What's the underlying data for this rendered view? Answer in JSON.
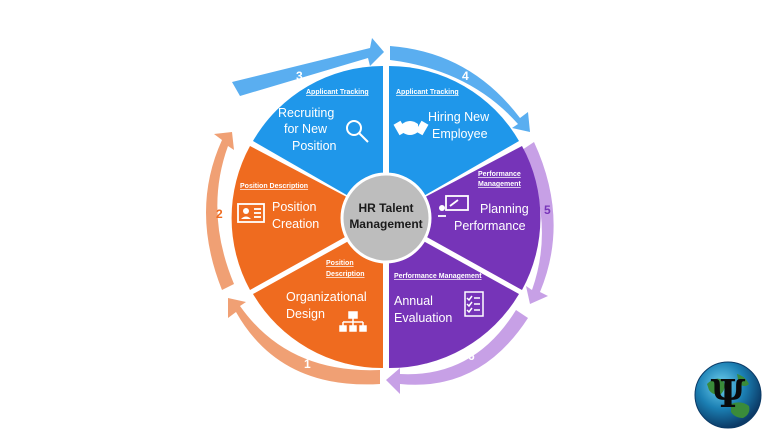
{
  "center": {
    "line1": "HR Talent",
    "line2": "Management"
  },
  "colors": {
    "blue": "#1f97ea",
    "blue_arrow": "#5aaef0",
    "orange": "#ef6b1f",
    "orange_arrow": "#f0a074",
    "purple": "#7634b8",
    "purple_arrow": "#c7a0e6",
    "center_fill": "#bdbdbd"
  },
  "segments": [
    {
      "number": "1",
      "tag": "",
      "title1": "Organizational",
      "title2": "Design",
      "title3": "",
      "icon": "org-chart-icon"
    },
    {
      "number": "2",
      "tag": "Position Description",
      "title1": "Position",
      "title2": "Creation",
      "title3": "",
      "icon": "id-card-icon"
    },
    {
      "number": "3",
      "tag": "Applicant Tracking",
      "title1": "Recruiting",
      "title2": "for New",
      "title3": "Position",
      "icon": "search-icon"
    },
    {
      "number": "4",
      "tag": "Applicant Tracking",
      "title1": "Hiring New",
      "title2": "Employee",
      "title3": "",
      "icon": "handshake-icon"
    },
    {
      "number": "5",
      "tag1": "Performance",
      "tag2": "Management",
      "title1": "Planning",
      "title2": "Performance",
      "title3": "",
      "icon": "presentation-icon"
    },
    {
      "number": "6",
      "tag": "Performance Management",
      "title1": "Annual",
      "title2": "Evaluation",
      "title3": "",
      "icon": "checklist-icon"
    }
  ],
  "org_tag": {
    "line1": "Position",
    "line2": "Description"
  },
  "logo": {
    "symbol": "Ψ",
    "icon": "psi-globe-icon"
  }
}
